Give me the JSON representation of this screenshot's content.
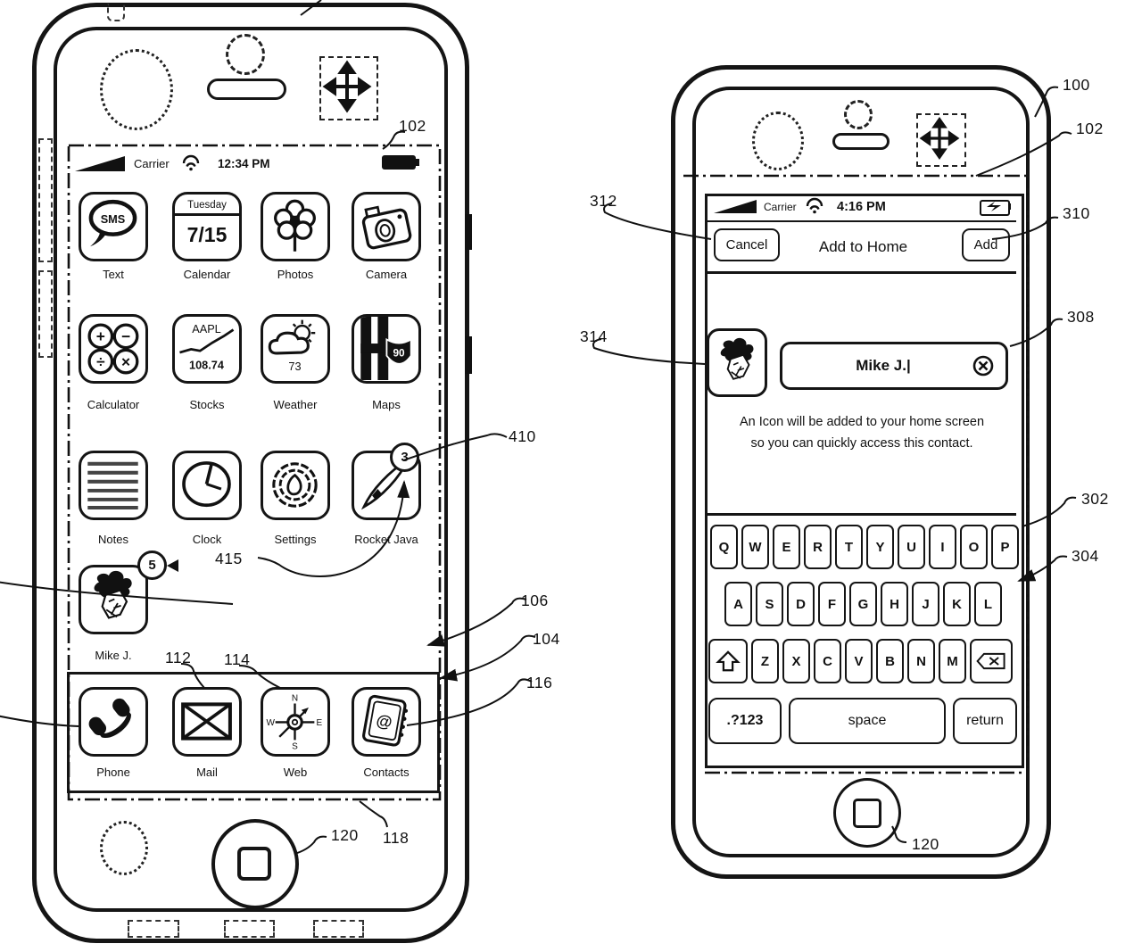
{
  "figure": {
    "left_phone": {
      "status_bar": {
        "carrier": "Carrier",
        "time": "12:34 PM"
      },
      "apps": [
        {
          "label": "Text",
          "bubble": "SMS"
        },
        {
          "label": "Calendar",
          "day": "Tuesday",
          "date": "7/15"
        },
        {
          "label": "Photos"
        },
        {
          "label": "Camera"
        },
        {
          "label": "Calculator",
          "symbols": [
            "+",
            "−",
            "÷",
            "×"
          ]
        },
        {
          "label": "Stocks",
          "ticker": "AAPL",
          "price": "108.74"
        },
        {
          "label": "Weather",
          "temp": "73"
        },
        {
          "label": "Maps",
          "route": "90"
        },
        {
          "label": "Notes"
        },
        {
          "label": "Clock"
        },
        {
          "label": "Settings"
        },
        {
          "label": "Rocket Java",
          "badge": "3"
        },
        {
          "label": "Mike J.",
          "badge": "5"
        }
      ],
      "dock": [
        {
          "label": "Phone"
        },
        {
          "label": "Mail"
        },
        {
          "label": "Web",
          "compass": {
            "n": "N",
            "e": "E",
            "s": "S",
            "w": "W"
          }
        },
        {
          "label": "Contacts",
          "at": "@"
        }
      ]
    },
    "right_phone": {
      "status_bar": {
        "carrier": "Carrier",
        "time": "4:16 PM"
      },
      "nav": {
        "cancel": "Cancel",
        "title": "Add to Home",
        "add": "Add"
      },
      "field": {
        "value": "Mike J.|"
      },
      "note_line1": "An Icon will be added to your home screen",
      "note_line2": "so you can quickly access this contact.",
      "keyboard": {
        "row1": [
          "Q",
          "W",
          "E",
          "R",
          "T",
          "Y",
          "U",
          "I",
          "O",
          "P"
        ],
        "row2": [
          "A",
          "S",
          "D",
          "F",
          "G",
          "H",
          "J",
          "K",
          "L"
        ],
        "row3": [
          "Z",
          "X",
          "C",
          "V",
          "B",
          "N",
          "M"
        ],
        "num": ".?123",
        "space": "space",
        "return": "return"
      }
    },
    "refs": {
      "n102_left": "102",
      "n410": "410",
      "n415": "415",
      "n112": "112",
      "n114": "114",
      "n106": "106",
      "n104": "104",
      "n116": "116",
      "n120_left": "120",
      "n118": "118",
      "n100": "100",
      "n102_right": "102",
      "n310": "310",
      "n312": "312",
      "n314": "314",
      "n308": "308",
      "n302": "302",
      "n304": "304",
      "n120_right": "120"
    }
  }
}
